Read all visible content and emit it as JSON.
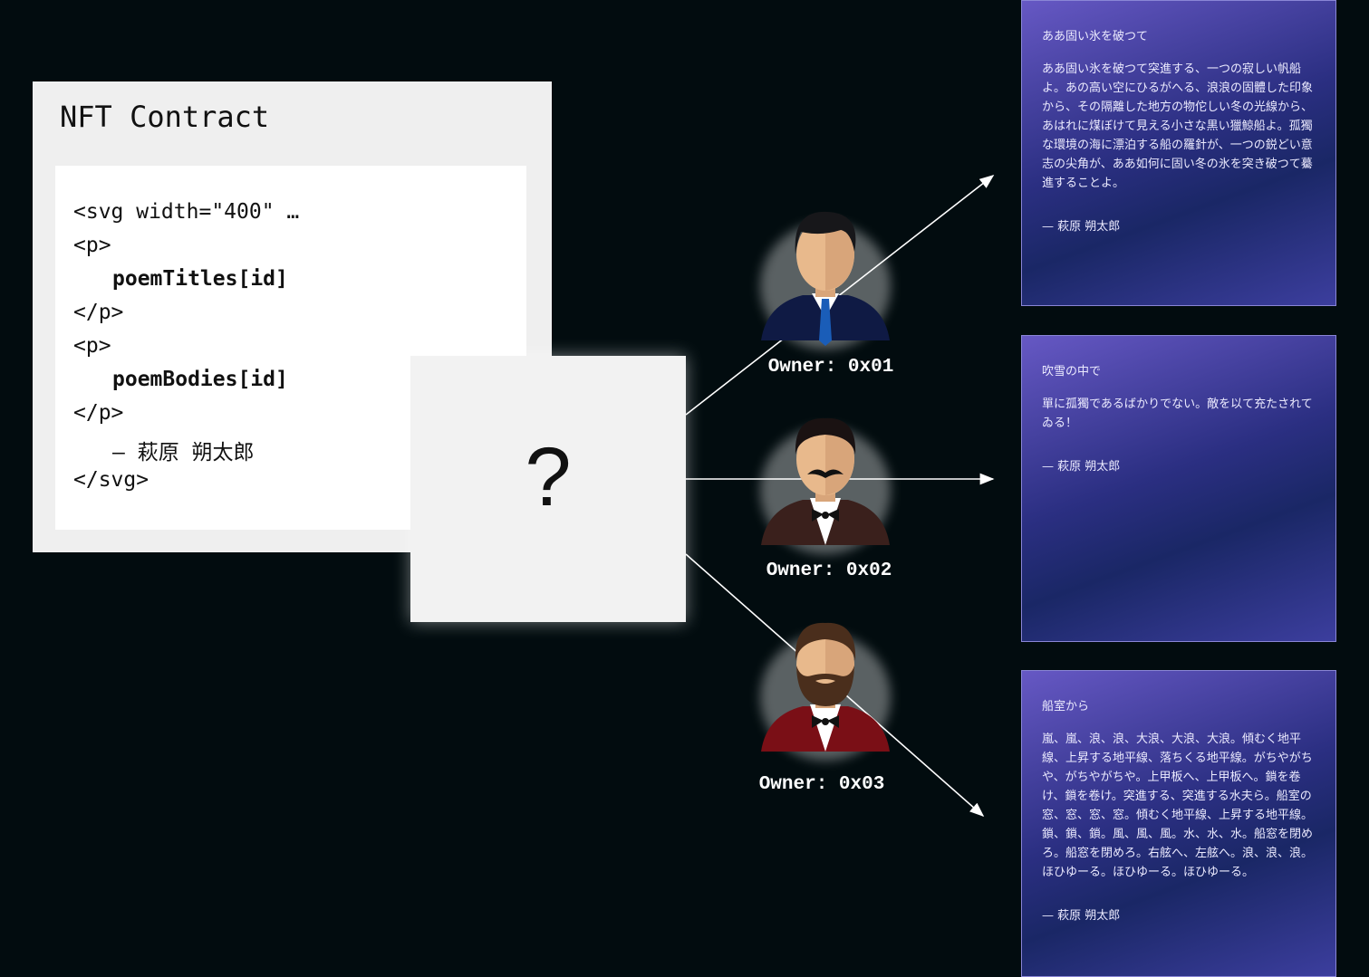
{
  "contract": {
    "title": "NFT Contract",
    "code_lines": [
      "<svg width=\"400\" …",
      "<p>",
      "poemTitles[id]",
      "</p>",
      "<p>",
      "poemBodies[id]",
      "</p>",
      "— 萩原 朔太郎",
      "</svg>"
    ]
  },
  "unknown_box": {
    "symbol": "?"
  },
  "owners": [
    {
      "label": "Owner: 0x01",
      "icon": "man-tie-avatar-icon"
    },
    {
      "label": "Owner: 0x02",
      "icon": "man-mustache-avatar-icon"
    },
    {
      "label": "Owner: 0x03",
      "icon": "man-beard-avatar-icon"
    }
  ],
  "poems": [
    {
      "title": "ああ固い氷を破つて",
      "body": "ああ固い氷を破つて突進する、一つの寂しい帆船よ。あの高い空にひるがへる、浪浪の固體した印象から、その隔離した地方の物佗しい冬の光線から、あはれに煤ぼけて見える小さな黒い獵鯨船よ。孤獨な環境の海に漂泊する船の羅針が、一つの鋭どい意志の尖角が、ああ如何に固い冬の氷を突き破つて驀進することよ。",
      "author": "— 萩原 朔太郎"
    },
    {
      "title": "吹雪の中で",
      "body": "單に孤獨であるばかりでない。敵を以て充たされてゐる！",
      "author": "— 萩原 朔太郎"
    },
    {
      "title": "船室から",
      "body": "嵐、嵐、浪、浪、大浪、大浪、大浪。傾むく地平線、上昇する地平線、落ちくる地平線。がちやがちや、がちやがちや。上甲板へ、上甲板へ。鎖を卷け、鎖を卷け。突進する、突進する水夫ら。船室の窓、窓、窓、窓。傾むく地平線、上昇する地平線。鎖、鎖、鎖。風、風、風。水、水、水。船窓を閉めろ。船窓を閉めろ。右舷へ、左舷へ。浪、浪、浪。ほひゆーる。ほひゆーる。ほひゆーる。",
      "author": "— 萩原 朔太郎"
    }
  ],
  "colors": {
    "background": "#020c0f",
    "contract_bg": "#efefef",
    "card_gradient_top": "#6658c4",
    "card_gradient_mid": "#1a2766"
  }
}
